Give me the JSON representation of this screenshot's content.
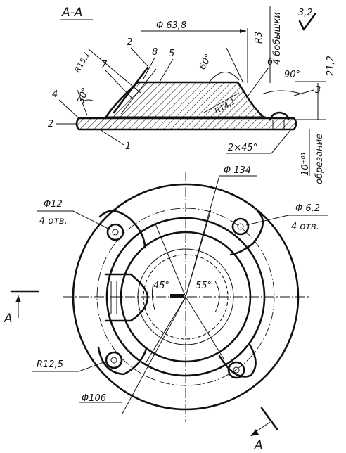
{
  "section_view": {
    "title": "A-A",
    "roughness": "3,2",
    "dim_width": "Φ 63,8",
    "dim_r3": "R3",
    "note_bosses": "4 бобышки",
    "dim_height": "21,2",
    "angle_60": "60°",
    "angle_90": "90°",
    "angle_30": "30°",
    "radius_151": "R15,1",
    "radius_141": "R14,1",
    "chamfer": "2×45°",
    "dim_10": "10⁺⁰¹",
    "note_trim": "обрезание",
    "callouts": [
      "1",
      "2",
      "3",
      "4",
      "5",
      "6",
      "7",
      "8",
      "2"
    ]
  },
  "plan_view": {
    "dia_134": "Φ 134",
    "dia_12": "Φ12",
    "holes_left": "4 отв.",
    "dia_62": "Φ 6,2",
    "holes_right": "4 отв.",
    "angle_45": "45°",
    "angle_55": "55°",
    "radius_125": "R12,5",
    "dia_106": "Φ106",
    "section_mark": "A"
  }
}
